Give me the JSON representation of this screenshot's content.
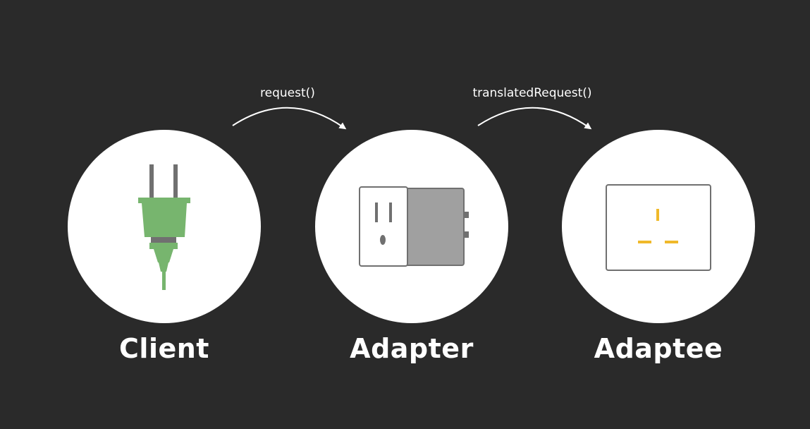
{
  "nodes": [
    {
      "label": "Client",
      "icon": "plug-icon"
    },
    {
      "label": "Adapter",
      "icon": "outlet-adapter-icon"
    },
    {
      "label": "Adaptee",
      "icon": "foreign-socket-icon"
    }
  ],
  "arrows": [
    {
      "label": "request()"
    },
    {
      "label": "translatedRequest()"
    }
  ],
  "colors": {
    "background": "#2a2a2a",
    "circle": "#ffffff",
    "plug_green": "#77b56e",
    "plug_dark_green": "#4f8f4a",
    "prong_gray": "#707070",
    "adapter_gray": "#a0a0a0",
    "socket_yellow": "#f0b92a",
    "text": "#ffffff"
  }
}
